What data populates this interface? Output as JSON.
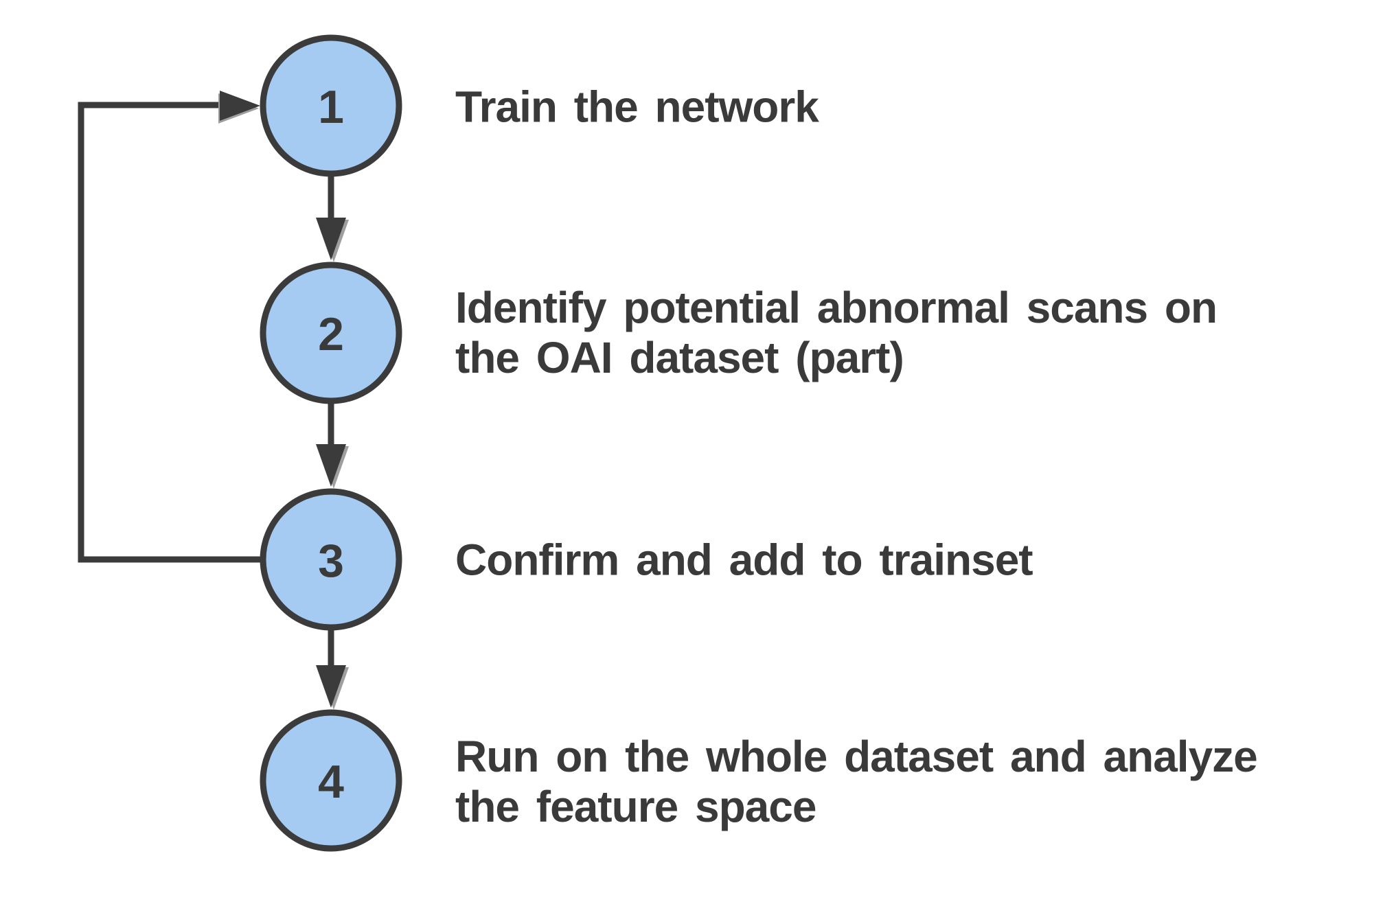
{
  "diagram": {
    "type": "flowchart",
    "colors": {
      "background": "#ffffff",
      "node_fill": "#a5cbf2",
      "node_stroke": "#3b3b3b",
      "line": "#3b3b3b",
      "text": "#3a3a3a"
    },
    "steps": [
      {
        "number": "1",
        "label": "Train the network"
      },
      {
        "number": "2",
        "label": "Identify potential abnormal scans on\nthe OAI dataset (part)"
      },
      {
        "number": "3",
        "label": "Confirm and add to trainset"
      },
      {
        "number": "4",
        "label": "Run on the whole dataset and analyze\nthe feature space"
      }
    ],
    "edges": [
      {
        "from": "1",
        "to": "2",
        "type": "forward"
      },
      {
        "from": "2",
        "to": "3",
        "type": "forward"
      },
      {
        "from": "3",
        "to": "4",
        "type": "forward"
      },
      {
        "from": "3",
        "to": "1",
        "type": "feedback-loop"
      }
    ]
  }
}
